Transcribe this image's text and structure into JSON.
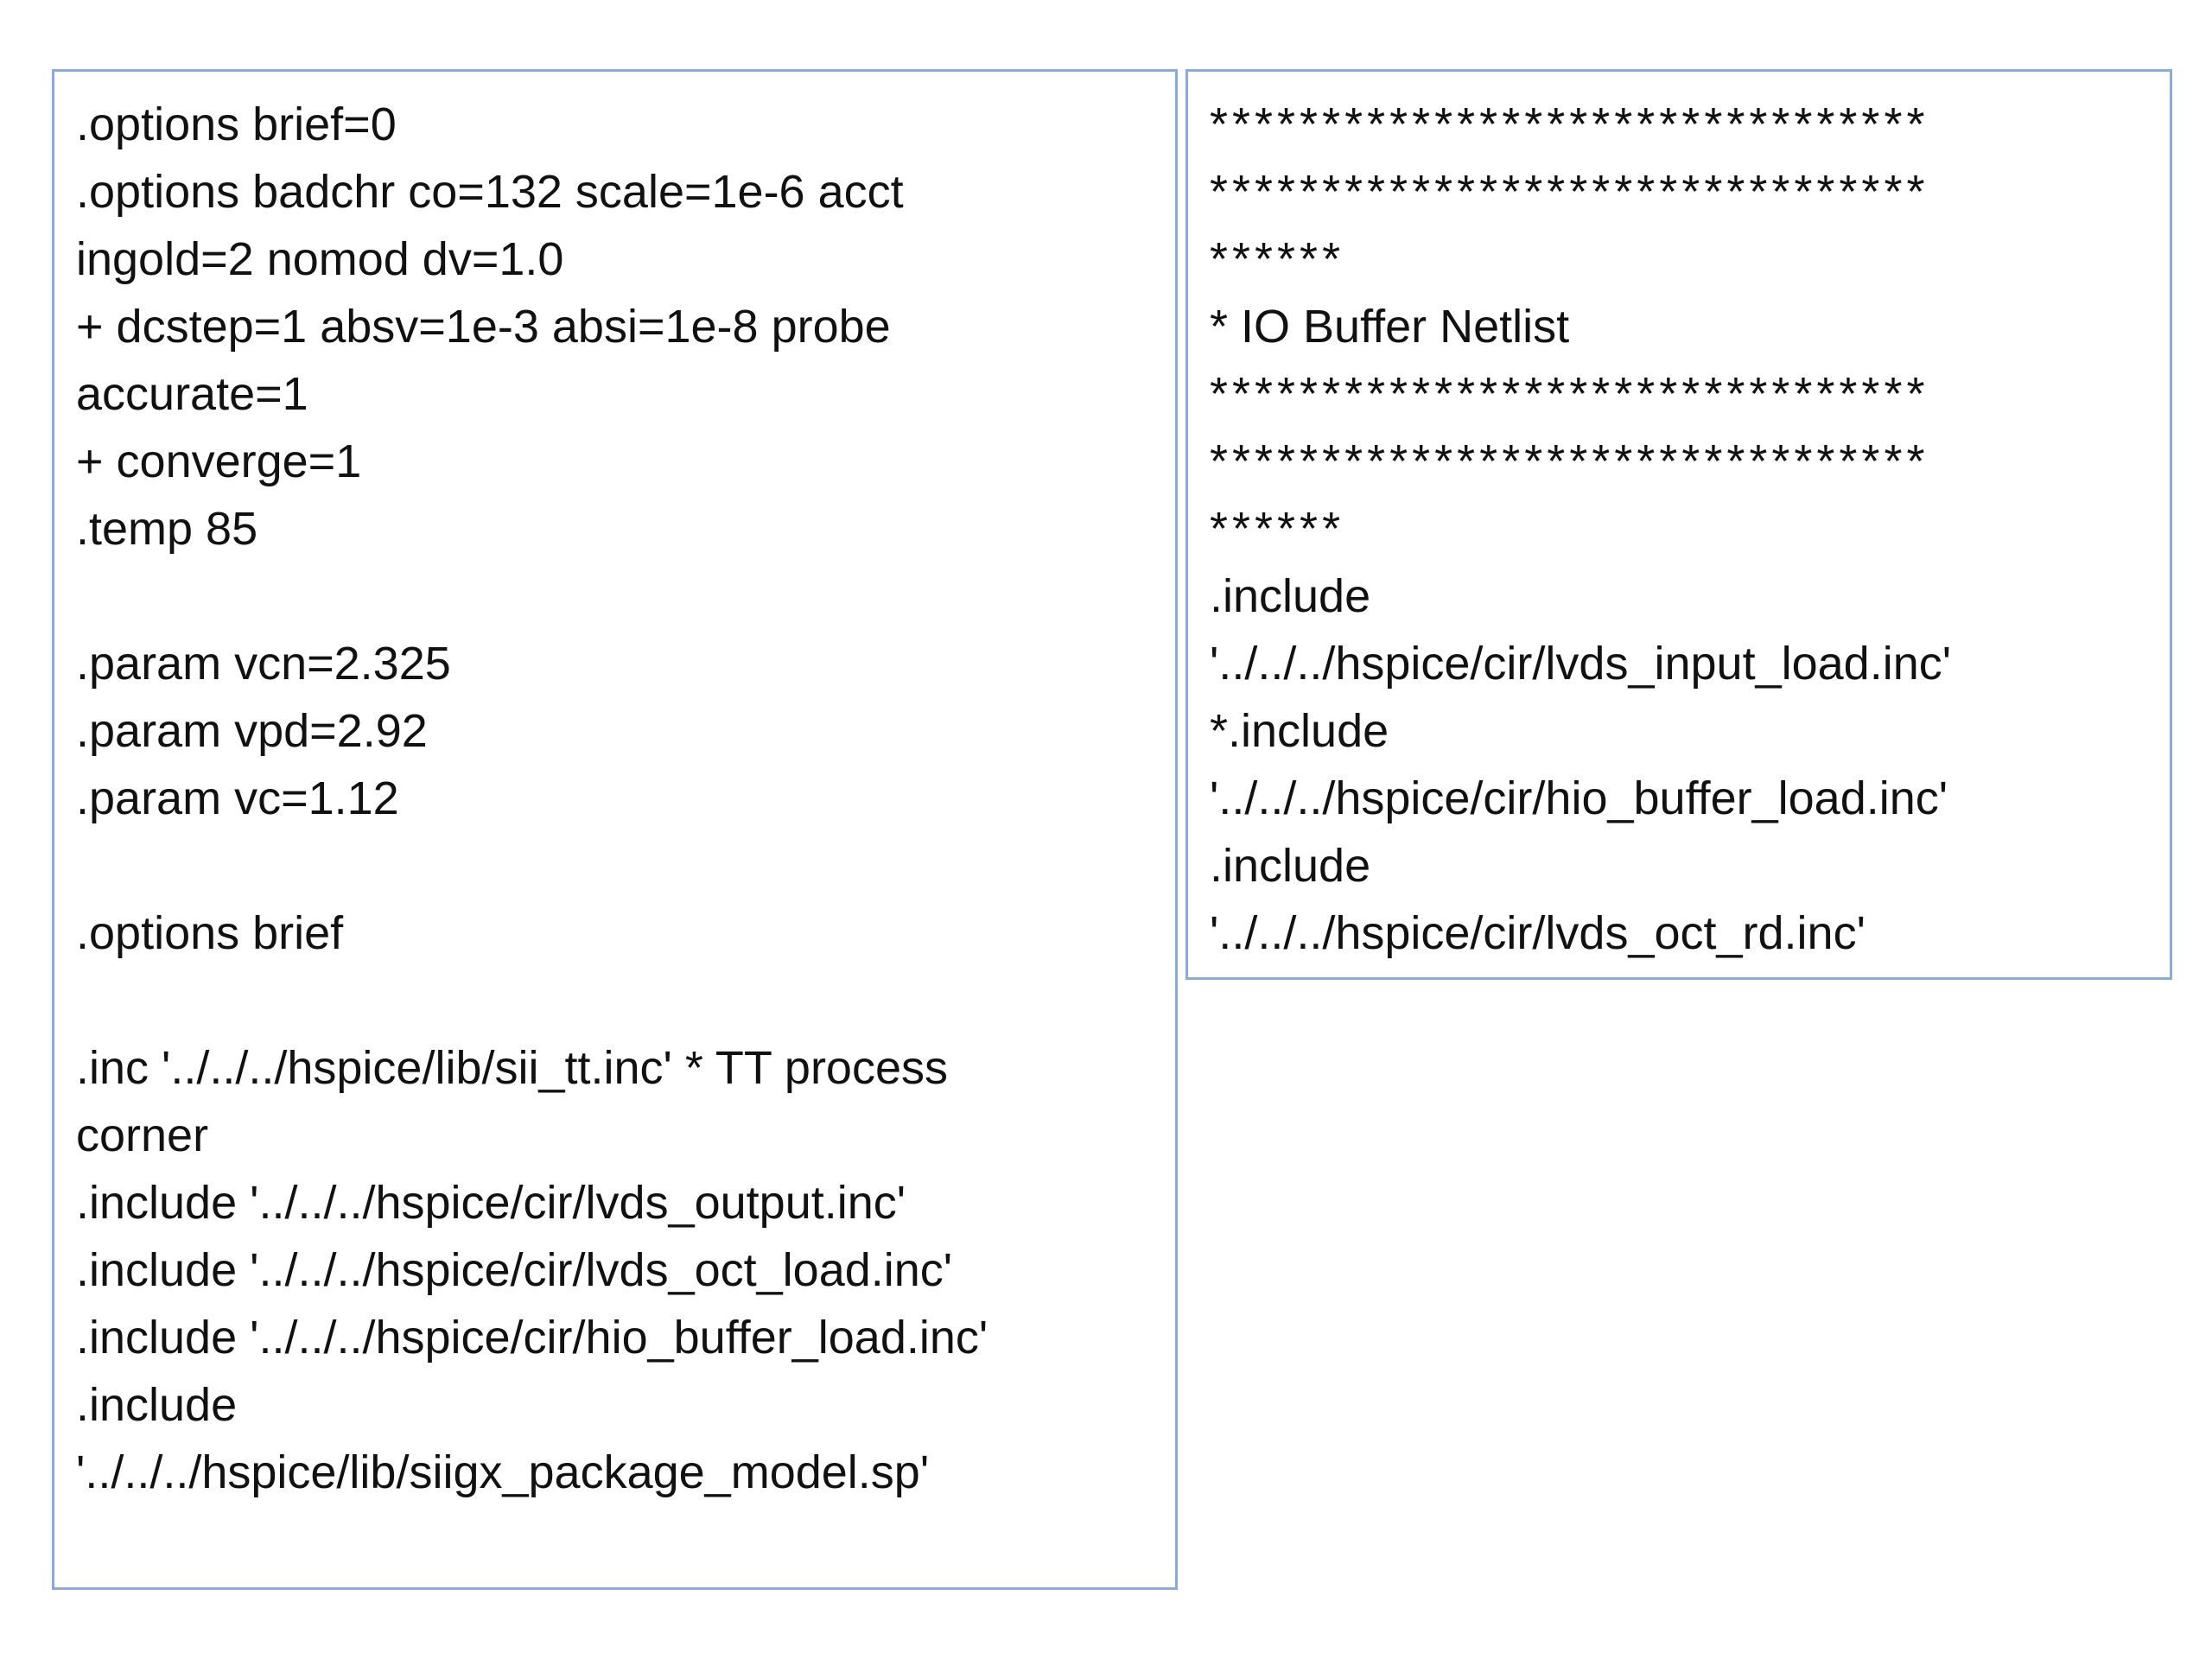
{
  "left_panel": {
    "lines": [
      ".options brief=0",
      ".options badchr co=132 scale=1e-6 acct",
      "ingold=2 nomod dv=1.0",
      "+ dcstep=1 absv=1e-3 absi=1e-8 probe",
      "accurate=1",
      "+ converge=1",
      ".temp 85",
      "",
      ".param vcn=2.325",
      ".param vpd=2.92",
      ".param vc=1.12",
      "",
      ".options brief",
      "",
      ".inc '../../../hspice/lib/sii_tt.inc' * TT process",
      "corner",
      ".include '../../../hspice/cir/lvds_output.inc'",
      ".include '../../../hspice/cir/lvds_oct_load.inc'",
      ".include '../../../hspice/cir/hio_buffer_load.inc'",
      ".include",
      "'../../../hspice/lib/siigx_package_model.sp'"
    ]
  },
  "right_panel": {
    "lines": [
      "********************************",
      "********************************",
      "******",
      "* IO Buffer Netlist",
      "********************************",
      "********************************",
      "******",
      ".include",
      "'../../../hspice/cir/lvds_input_load.inc'",
      "*.include",
      "'../../../hspice/cir/hio_buffer_load.inc'",
      ".include",
      "'../../../hspice/cir/lvds_oct_rd.inc'"
    ]
  }
}
